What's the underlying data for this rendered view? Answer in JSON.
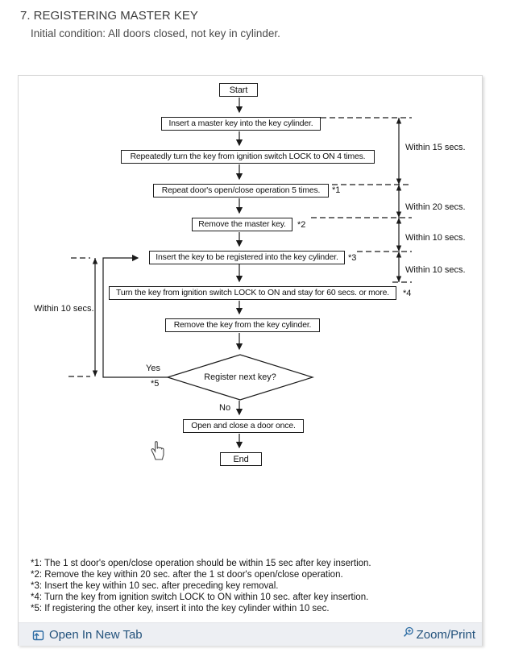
{
  "header": {
    "title": "7. REGISTERING MASTER KEY",
    "subtitle": "Initial condition: All doors closed, not key in cylinder."
  },
  "flowchart": {
    "nodes": [
      {
        "label": "Start"
      },
      {
        "label": "Insert a master key into the key cylinder."
      },
      {
        "label": "Repeatedly turn the key from ignition switch LOCK to ON 4 times."
      },
      {
        "label": "Repeat door's open/close operation 5 times.",
        "note": "*1"
      },
      {
        "label": "Remove the master key.",
        "note": "*2"
      },
      {
        "label": "Insert the key to be registered into the key cylinder.",
        "note": "*3"
      },
      {
        "label": "Turn the key from ignition switch LOCK to ON and stay for 60 secs. or more.",
        "note": "*4"
      },
      {
        "label": "Remove the key from the key cylinder."
      },
      {
        "label": "Open and close a door once."
      },
      {
        "label": "End"
      }
    ],
    "decision": {
      "label": "Register next key?",
      "yes_label": "Yes",
      "yes_note": "*5",
      "no_label": "No"
    },
    "timing": {
      "right": [
        "Within 15 secs.",
        "Within 20 secs.",
        "Within 10 secs.",
        "Within 10 secs."
      ],
      "left": "Within 10 secs."
    }
  },
  "footnotes": [
    "*1: The 1 st door's open/close operation should be within 15 sec after key insertion.",
    "*2: Remove the key within 20 sec. after the 1 st door's open/close operation.",
    "*3: Insert the key within 10 sec. after preceding key removal.",
    "*4: Turn the key from ignition switch LOCK to ON within 10 sec. after key insertion.",
    "*5: If registering the other key, insert it into the key cylinder within 10 sec."
  ],
  "toolbar": {
    "open_in_new_tab": "Open In New Tab",
    "zoom_print": "Zoom/Print"
  },
  "colors": {
    "link_text": "#23527c",
    "icon_blue": "#2e6da4",
    "toolbar_bg": "#edeff3",
    "diagram_ink": "#1a1a1a"
  }
}
